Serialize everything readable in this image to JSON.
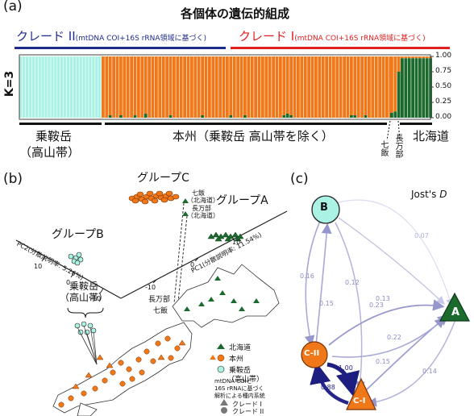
{
  "panel_a": {
    "letter": "(a)",
    "title": "各個体の遺伝的組成",
    "clade2_main": "クレード II",
    "clade2_note": "(mtDNA COI+16S rRNA領域に基づく)",
    "clade1_main": "クレード I",
    "clade1_note": "(mtDNA COI+16S rRNA領域に基づく)",
    "k_label": "K=3",
    "ticks": [
      "1.00",
      "0.75",
      "0.50",
      "0.25",
      "0.00"
    ],
    "region_norikura_line1": "乗鞍岳",
    "region_norikura_line2": "（高山帯）",
    "region_honshu": "本州（乗鞍岳 高山帯を除く）",
    "region_nanae": "七飯",
    "region_osamanbe": "長万部",
    "region_hokkaido": "北海道",
    "colors": {
      "cyan": "#aaf2e4",
      "orange": "#f07818",
      "green": "#1c6b2e",
      "blue": "#1e2a8c",
      "red": "#e02020"
    }
  },
  "panel_b": {
    "letter": "(b)",
    "group_a": "グループA",
    "group_b": "グループB",
    "group_c": "グループC",
    "nanae_hokkaido": "七飯",
    "nanae_hokkaido2": "（北海道）",
    "osaman_hokkaido": "長万部",
    "osaman_hokkaido2": "（北海道）",
    "pc1_label": "PC1(分散説明率: 11.54%)",
    "pc2_label": "PC2(分散説明率: 5.26%)",
    "pc1_ticks": [
      "-10",
      "0",
      "10"
    ],
    "pc2_ticks": [
      "10",
      "0",
      "-10"
    ],
    "map_osamanbe": "長万部",
    "map_nanae": "七飯",
    "norikura_line1": "乗鞍岳",
    "norikura_line2": "（高山帯）",
    "legend_hokkaido": "北海道",
    "legend_honshu": "本州",
    "legend_norikura1": "乗鞍岳",
    "legend_norikura2": "（高山帯）",
    "legend_note1": "mtDNA COIと",
    "legend_note2": "16S rRNAに基づく",
    "legend_note3": "解析による種内系統",
    "legend_clade1": "クレード I",
    "legend_clade2": "クレード II"
  },
  "panel_c": {
    "letter": "(c)",
    "title_prefix": "Jost's ",
    "title_italic": "D",
    "nodes": {
      "b": "B",
      "a": "A",
      "c2": "C-II",
      "c1": "C-I"
    },
    "edges": {
      "b_a": "0.07",
      "b_c2": "0.16",
      "b_c1": "0.12",
      "c2_b": "0.15",
      "b_a2": "0.13",
      "c2_a": "0.23",
      "c1_a": "0.22",
      "c2_a2": "0.15",
      "a_c1": "0.14",
      "c2_c1": "1.00",
      "c1_c2": "0.88"
    }
  }
}
